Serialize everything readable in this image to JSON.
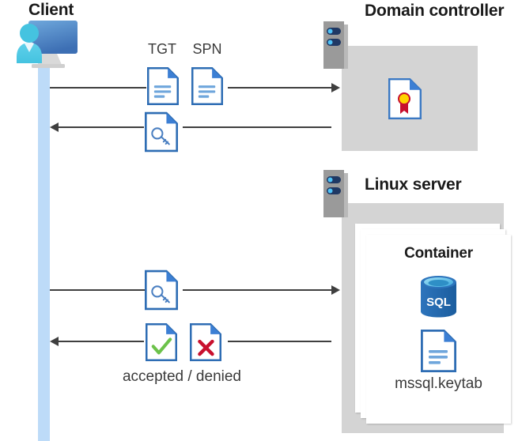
{
  "diagram": {
    "title_client": "Client",
    "title_domain_controller": "Domain controller",
    "title_linux_server": "Linux server",
    "title_container": "Container"
  },
  "labels": {
    "tgt": "TGT",
    "spn": "SPN",
    "verdict": "accepted / denied",
    "keytab_file": "mssql.keytab"
  },
  "icons": {
    "client": "client-workstation-icon",
    "server": "server-rack-icon",
    "ticket_doc": "document-lines-icon",
    "key_doc": "document-key-icon",
    "certificate_doc": "document-certificate-icon",
    "accepted_doc": "document-check-icon",
    "denied_doc": "document-cross-icon",
    "sql_database": "sql-database-icon",
    "keytab_doc": "document-lines-icon"
  },
  "flows": [
    {
      "name": "client-to-dc-request",
      "direction": "right",
      "payload": [
        "TGT",
        "SPN"
      ]
    },
    {
      "name": "dc-to-client-ticket",
      "direction": "left",
      "payload": [
        "service-ticket"
      ]
    },
    {
      "name": "client-to-linux-request",
      "direction": "right",
      "payload": [
        "service-ticket"
      ]
    },
    {
      "name": "linux-to-client-response",
      "direction": "left",
      "payload": [
        "accepted",
        "denied"
      ]
    }
  ],
  "colors": {
    "lifeline": "#BDDBF8",
    "panel_gray": "#D4D4D4",
    "doc_blue": "#3A78C3",
    "doc_fold": "#3C7FD4",
    "line": "#3F3F3F",
    "accept_green": "#6CC24A",
    "deny_red": "#C8102E",
    "sql_blue": "#1F6FB8",
    "server_body": "#9A9A9A",
    "server_bar": "#1F3864",
    "server_dot": "#4FC3F7",
    "cert_gold": "#FFD400",
    "cert_ribbon": "#C8102E"
  }
}
